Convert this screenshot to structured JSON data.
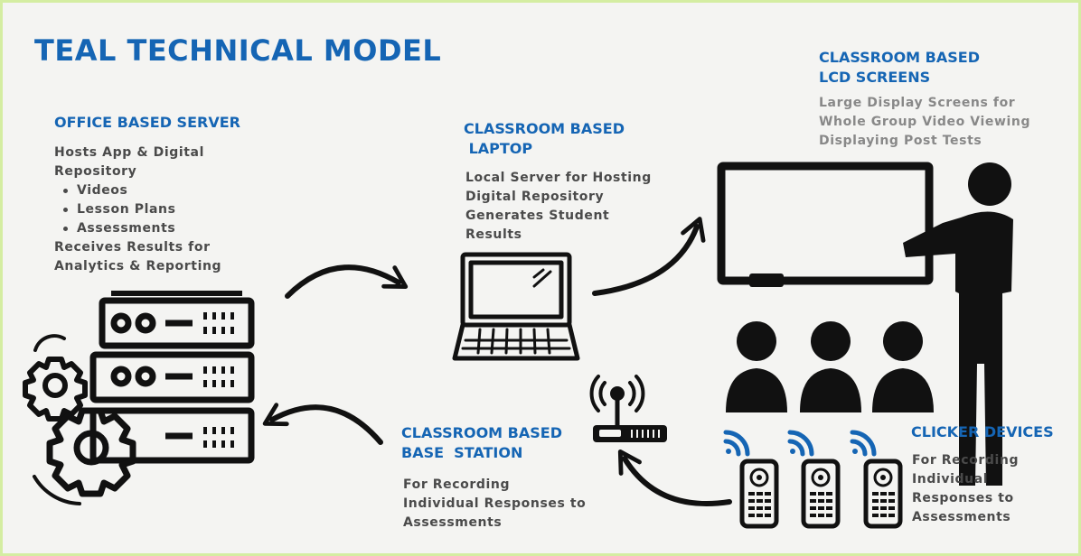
{
  "title": "TEAL TECHNICAL MODEL",
  "office_server": {
    "heading": "OFFICE BASED SERVER",
    "line1": "Hosts App & Digital",
    "line2": "Repository",
    "bullets": [
      "Videos",
      "Lesson Plans",
      "Assessments"
    ],
    "line3": "Receives Results for",
    "line4": "Analytics & Reporting"
  },
  "laptop": {
    "heading1": "CLASSROOM BASED",
    "heading2": " LAPTOP",
    "line1": "Local Server for Hosting",
    "line2": "Digital Repository",
    "line3": "Generates Student",
    "line4": "Results"
  },
  "lcd": {
    "heading1": "CLASSROOM BASED",
    "heading2": "LCD SCREENS",
    "line1": "Large Display Screens for",
    "line2": "Whole Group Video Viewing",
    "line3": "Displaying Post Tests"
  },
  "base_station": {
    "heading1": "CLASSROOM BASED",
    "heading2": "BASE  STATION",
    "line1": "For Recording",
    "line2": "Individual Responses to",
    "line3": "Assessments"
  },
  "clickers": {
    "heading": "CLICKER DEVICES",
    "line1": "For Recording",
    "line2": "Individual",
    "line3": "Responses to",
    "line4": "Assessments"
  },
  "colors": {
    "border": "#d4eda2",
    "background": "#f4f4f2",
    "heading": "#1565b4",
    "body_text": "#4a4a4a",
    "icon": "#111111",
    "wifi": "#1565b4"
  }
}
